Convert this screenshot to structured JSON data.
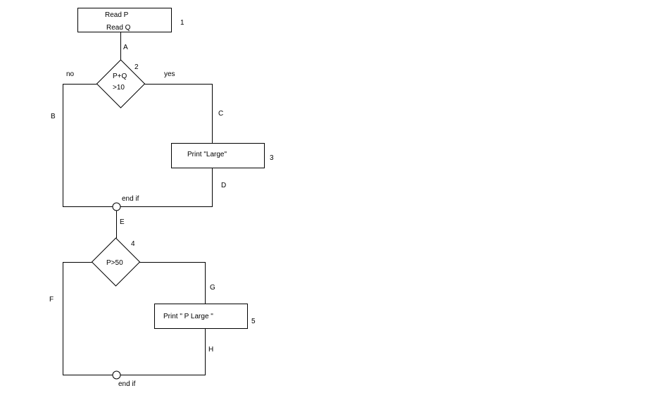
{
  "flowchart": {
    "start_box": {
      "line1": "Read P",
      "line2": "Read Q",
      "number": "1"
    },
    "decision1": {
      "line1": "P+Q",
      "line2": ">10",
      "number": "2",
      "no_label": "no",
      "yes_label": "yes"
    },
    "print_large": {
      "text": "Print \"Large\"",
      "number": "3"
    },
    "endif1": {
      "label": "end if"
    },
    "decision2": {
      "text": "P>50",
      "number": "4"
    },
    "print_p_large": {
      "text": "Print \" P Large \"",
      "number": "5"
    },
    "endif2": {
      "label": "end if"
    },
    "edges": {
      "A": "A",
      "B": "B",
      "C": "C",
      "D": "D",
      "E": "E",
      "F": "F",
      "G": "G",
      "H": "H"
    }
  }
}
